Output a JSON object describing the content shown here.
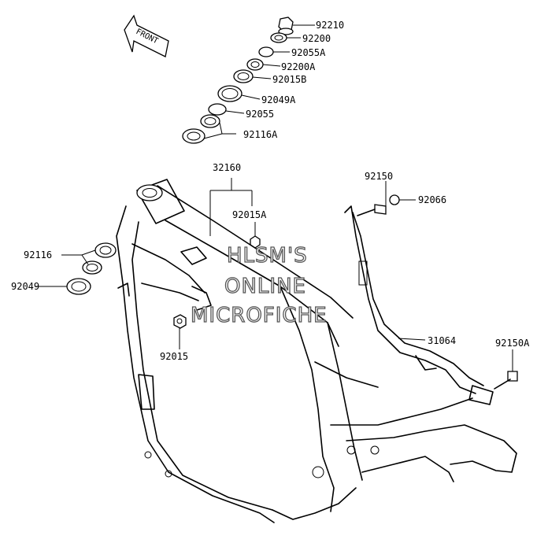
{
  "front_arrow": {
    "label": "FRONT"
  },
  "parts": [
    {
      "id": "92210",
      "label": "92210"
    },
    {
      "id": "92200",
      "label": "92200"
    },
    {
      "id": "92055A",
      "label": "92055A"
    },
    {
      "id": "92200A",
      "label": "92200A"
    },
    {
      "id": "92015B",
      "label": "92015B"
    },
    {
      "id": "92049A",
      "label": "92049A"
    },
    {
      "id": "92055",
      "label": "92055"
    },
    {
      "id": "92116A",
      "label": "92116A"
    },
    {
      "id": "32160",
      "label": "32160"
    },
    {
      "id": "92015A",
      "label": "92015A"
    },
    {
      "id": "92150",
      "label": "92150"
    },
    {
      "id": "92066",
      "label": "92066"
    },
    {
      "id": "92116",
      "label": "92116"
    },
    {
      "id": "92049",
      "label": "92049"
    },
    {
      "id": "92015",
      "label": "92015"
    },
    {
      "id": "31064",
      "label": "31064"
    },
    {
      "id": "92150A",
      "label": "92150A"
    }
  ],
  "watermark": {
    "line1": "HLSM'S",
    "line2": "ONLINE",
    "line3": "MICROFICHE"
  },
  "colors": {
    "line": "#000000",
    "background": "#ffffff",
    "watermark_stroke": "#555555"
  }
}
